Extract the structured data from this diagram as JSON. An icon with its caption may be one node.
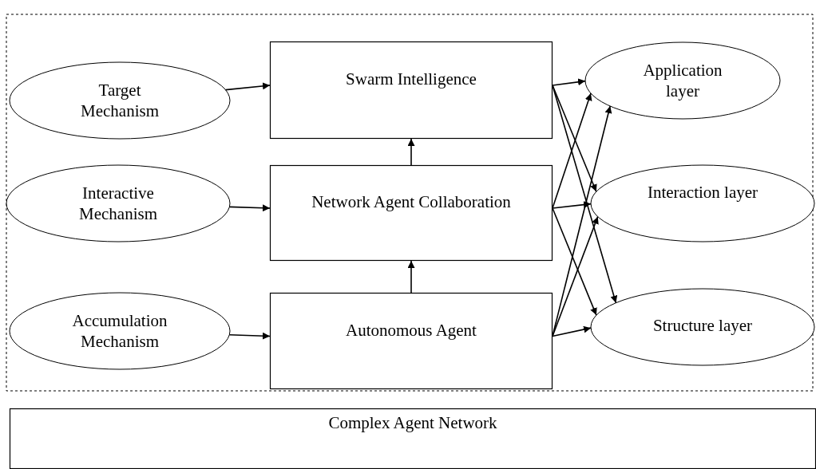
{
  "diagram": {
    "nodes": [
      {
        "text": [
          "Target Mechanism"
        ]
      },
      {
        "text": [
          "Interactive Mechanism"
        ]
      },
      {
        "text": [
          "Accumulation Mechanism"
        ]
      },
      {
        "text": [
          "Swarm Intelligence"
        ]
      },
      {
        "text": [
          "Network Agent Collaboration"
        ]
      },
      {
        "text": [
          "Autonomous Agent"
        ]
      },
      {
        "text": [
          "Application layer"
        ]
      },
      {
        "text": [
          "Interaction layer"
        ]
      },
      {
        "text": [
          "Structure layer"
        ]
      },
      {
        "text": [
          "Complex Agent Network"
        ]
      }
    ],
    "edges": [
      {
        "from": 0,
        "to": 3,
        "arrow": "to"
      },
      {
        "from": 1,
        "to": 4,
        "arrow": "to"
      },
      {
        "from": 2,
        "to": 5,
        "arrow": "to"
      },
      {
        "from": 5,
        "to": 4,
        "arrow": "to"
      },
      {
        "from": 4,
        "to": 3,
        "arrow": "to"
      },
      {
        "from": 3,
        "to": 6,
        "arrow": "to"
      },
      {
        "from": 3,
        "to": 7,
        "arrow": "to"
      },
      {
        "from": 3,
        "to": 8,
        "arrow": "to"
      },
      {
        "from": 4,
        "to": 6,
        "arrow": "to"
      },
      {
        "from": 4,
        "to": 7,
        "arrow": "to"
      },
      {
        "from": 4,
        "to": 8,
        "arrow": "to"
      },
      {
        "from": 5,
        "to": 6,
        "arrow": "to"
      },
      {
        "from": 5,
        "to": 7,
        "arrow": "to"
      },
      {
        "from": 5,
        "to": 8,
        "arrow": "to"
      }
    ]
  }
}
